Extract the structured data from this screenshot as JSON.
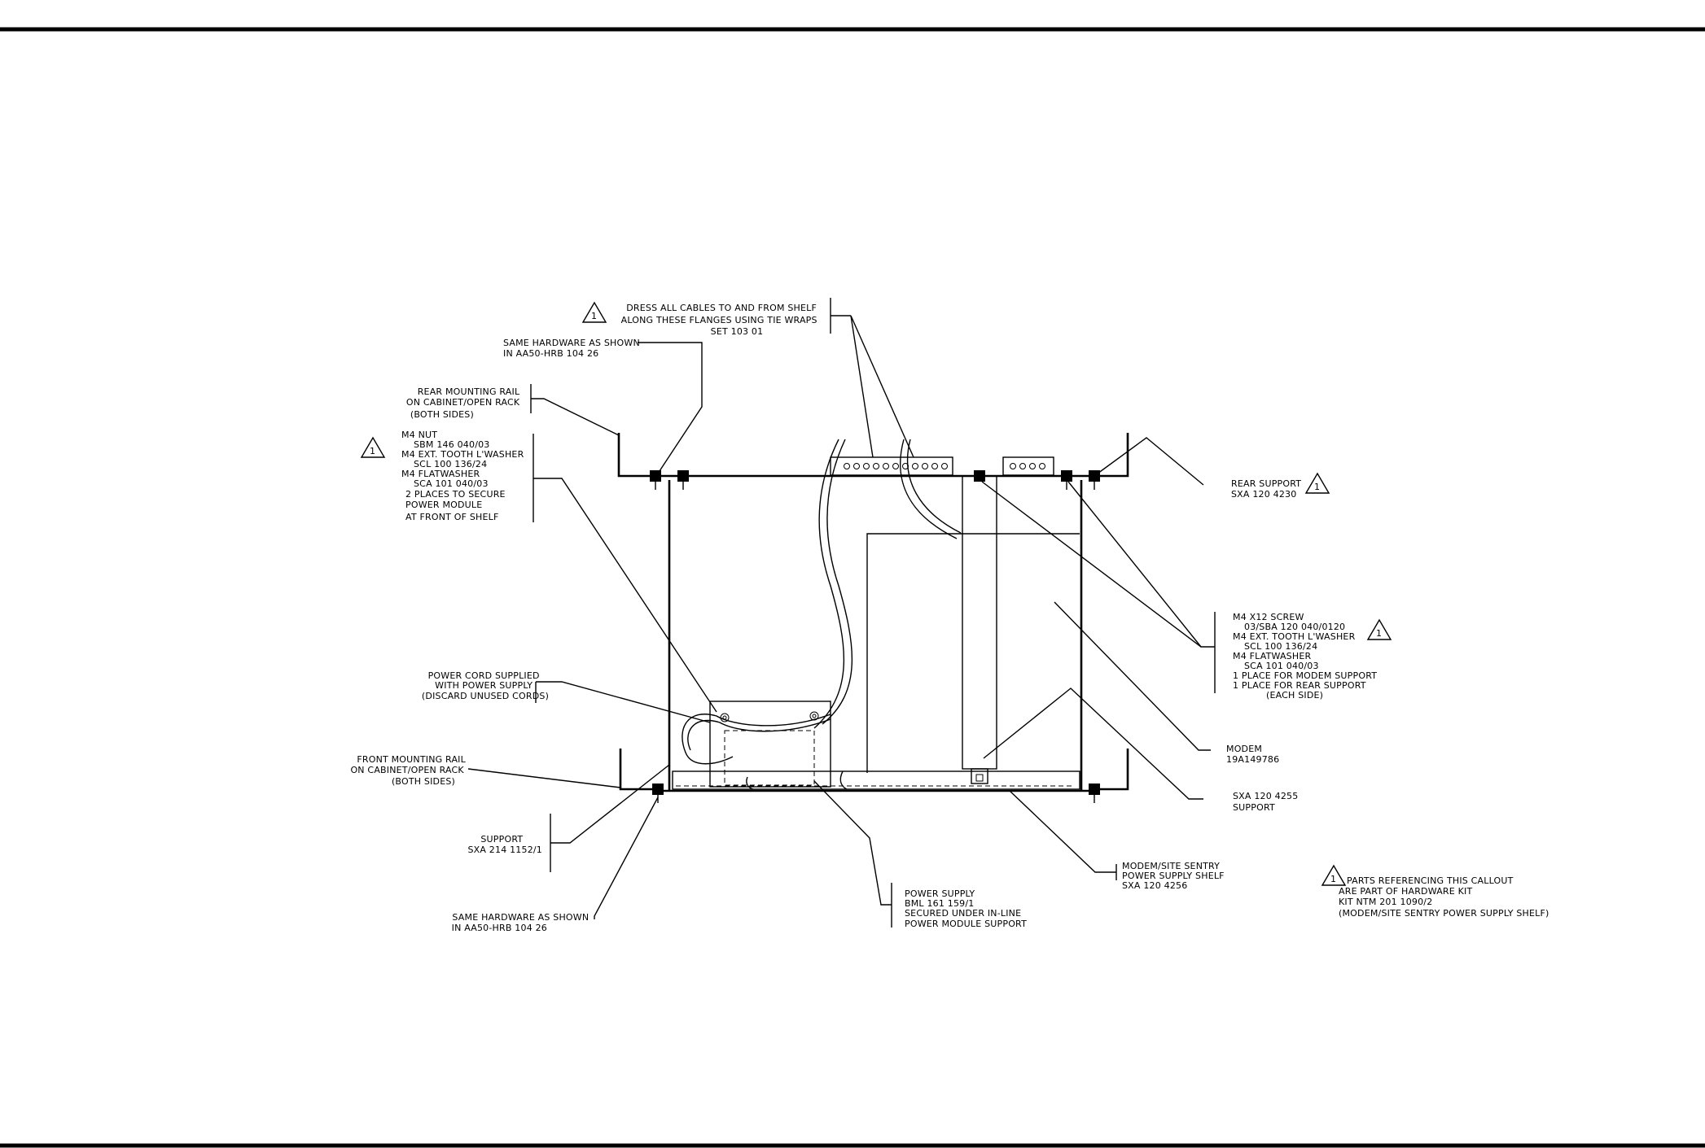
{
  "callouts": {
    "dress_cables": [
      "DRESS ALL CABLES TO AND FROM SHELF",
      "ALONG THESE FLANGES USING TIE WRAPS",
      "SET 103 01"
    ],
    "same_hw_top": [
      "SAME HARDWARE AS SHOWN",
      "IN AA50-HRB 104 26"
    ],
    "rear_rail": [
      "REAR MOUNTING RAIL",
      "ON CABINET/OPEN RACK",
      "(BOTH SIDES)"
    ],
    "m4_nut": [
      "M4 NUT",
      "SBM 146 040/03",
      "M4 EXT. TOOTH L'WASHER",
      "SCL 100 136/24",
      "M4 FLATWASHER",
      "SCA 101 040/03",
      "2 PLACES TO SECURE",
      "POWER MODULE",
      "AT FRONT OF SHELF"
    ],
    "rear_support": [
      "REAR SUPPORT",
      "SXA 120 4230"
    ],
    "m4_screw": [
      "M4 X12 SCREW",
      "03/SBA 120 040/0120",
      "M4 EXT. TOOTH L'WASHER",
      "SCL 100 136/24",
      "M4 FLATWASHER",
      "SCA 101 040/03",
      "1 PLACE FOR MODEM SUPPORT",
      "1 PLACE FOR REAR SUPPORT",
      "(EACH SIDE)"
    ],
    "power_cord": [
      "POWER CORD SUPPLIED",
      "WITH POWER SUPPLY",
      "(DISCARD UNUSED CORDS)"
    ],
    "front_rail": [
      "FRONT MOUNTING RAIL",
      "ON CABINET/OPEN RACK",
      "(BOTH SIDES)"
    ],
    "modem": [
      "MODEM",
      "19A149786"
    ],
    "sxa_support": [
      "SXA 120 4255",
      "SUPPORT"
    ],
    "support": [
      "SUPPORT",
      "SXA 214 1152/1"
    ],
    "shelf": [
      "MODEM/SITE SENTRY",
      "POWER SUPPLY SHELF",
      "SXA 120 4256"
    ],
    "parts_note": [
      "PARTS REFERENCING THIS CALLOUT",
      "ARE PART OF HARDWARE KIT",
      "KIT NTM 201 1090/2",
      "(MODEM/SITE SENTRY POWER SUPPLY SHELF)"
    ],
    "same_hw_bottom": [
      "SAME HARDWARE AS SHOWN",
      "IN AA50-HRB 104 26"
    ],
    "power_supply": [
      "POWER SUPPLY",
      "BML 161 159/1",
      "SECURED UNDER IN-LINE",
      "POWER MODULE SUPPORT"
    ]
  },
  "triangle_marker": "1"
}
